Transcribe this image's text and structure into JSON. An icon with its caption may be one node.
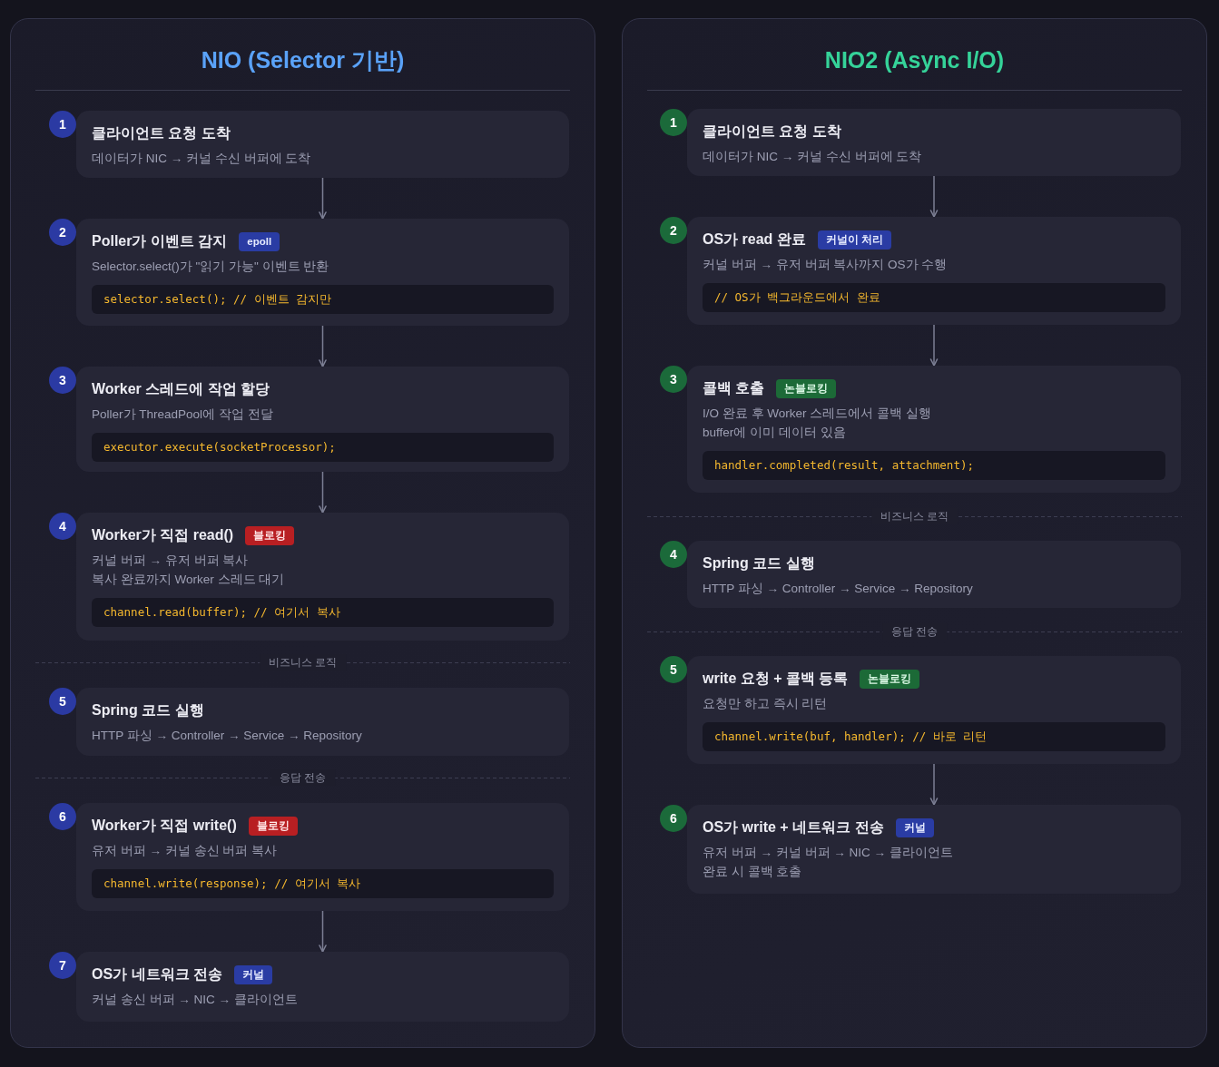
{
  "diagram": {
    "nodes": [
      {
        "text": [
          "NIO (Selector 기반)"
        ]
      },
      {
        "text": [
          "클라이언트 요청 도착",
          "데이터가 NIC → 커널 수신 버퍼에 도착"
        ],
        "beside": [
          "1"
        ],
        "in": 0
      },
      {
        "text": [
          "Poller가 이벤트 감지",
          "epoll",
          "Selector.select()가 \"읽기 가능\" 이벤트 반환",
          "selector.select(); // 이벤트 감지만"
        ],
        "beside": [
          "2"
        ],
        "in": 0
      },
      {
        "text": [
          "Worker 스레드에 작업 할당",
          "Poller가 ThreadPool에 작업 전달",
          "executor.execute(socketProcessor);"
        ],
        "beside": [
          "3"
        ],
        "in": 0
      },
      {
        "text": [
          "Worker가 직접 read()",
          "블로킹",
          "커널 버퍼 → 유저 버퍼 복사",
          "복사 완료까지 Worker 스레드 대기",
          "channel.read(buffer); // 여기서 복사"
        ],
        "beside": [
          "4"
        ],
        "in": 0
      },
      {
        "text": [
          "Spring 코드 실행",
          "HTTP 파싱 → Controller → Service → Repository"
        ],
        "beside": [
          "5"
        ],
        "in": 0
      },
      {
        "text": [
          "Worker가 직접 write()",
          "블로킹",
          "유저 버퍼 → 커널 송신 버퍼 복사",
          "channel.write(response); // 여기서 복사"
        ],
        "beside": [
          "6"
        ],
        "in": 0
      },
      {
        "text": [
          "OS가 네트워크 전송",
          "커널",
          "커널 송신 버퍼 → NIC → 클라이언트"
        ],
        "beside": [
          "7"
        ],
        "in": 0
      },
      {
        "text": [
          "NIO2 (Async I/O)"
        ]
      },
      {
        "text": [
          "클라이언트 요청 도착",
          "데이터가 NIC → 커널 수신 버퍼에 도착"
        ],
        "beside": [
          "1"
        ],
        "in": 8
      },
      {
        "text": [
          "OS가 read 완료",
          "커널이 처리",
          "커널 버퍼 → 유저 버퍼 복사까지 OS가 수행",
          "// OS가 백그라운드에서 완료"
        ],
        "beside": [
          "2"
        ],
        "in": 8
      },
      {
        "text": [
          "콜백 호출",
          "논블로킹",
          "I/O 완료 후 Worker 스레드에서 콜백 실행",
          "buffer에 이미 데이터 있음",
          "handler.completed(result, attachment);"
        ],
        "beside": [
          "3"
        ],
        "in": 8
      },
      {
        "text": [
          "Spring 코드 실행",
          "HTTP 파싱 → Controller → Service → Repository"
        ],
        "beside": [
          "4"
        ],
        "in": 8
      },
      {
        "text": [
          "write 요청 + 콜백 등록",
          "논블로킹",
          "요청만 하고 즉시 리턴",
          "channel.write(buf, handler); // 바로 리턴"
        ],
        "beside": [
          "5"
        ],
        "in": 8
      },
      {
        "text": [
          "OS가 write + 네트워크 전송",
          "커널",
          "유저 버퍼 → 커널 버퍼 → NIC → 클라이언트",
          "완료 시 콜백 호출"
        ],
        "beside": [
          "6"
        ],
        "in": 8
      }
    ],
    "edges": [
      {
        "from": 1,
        "to": 2,
        "arrow": "to"
      },
      {
        "from": 2,
        "to": 3,
        "arrow": "to"
      },
      {
        "from": 3,
        "to": 4,
        "arrow": "to"
      },
      {
        "from": 6,
        "to": 7,
        "arrow": "to"
      },
      {
        "from": 9,
        "to": 10,
        "arrow": "to"
      },
      {
        "from": 10,
        "to": 11,
        "arrow": "to"
      },
      {
        "from": 13,
        "to": 14,
        "arrow": "to"
      }
    ],
    "labels": [
      "비즈니스 로직",
      "응답 전송",
      "비즈니스 로직",
      "응답 전송"
    ]
  }
}
